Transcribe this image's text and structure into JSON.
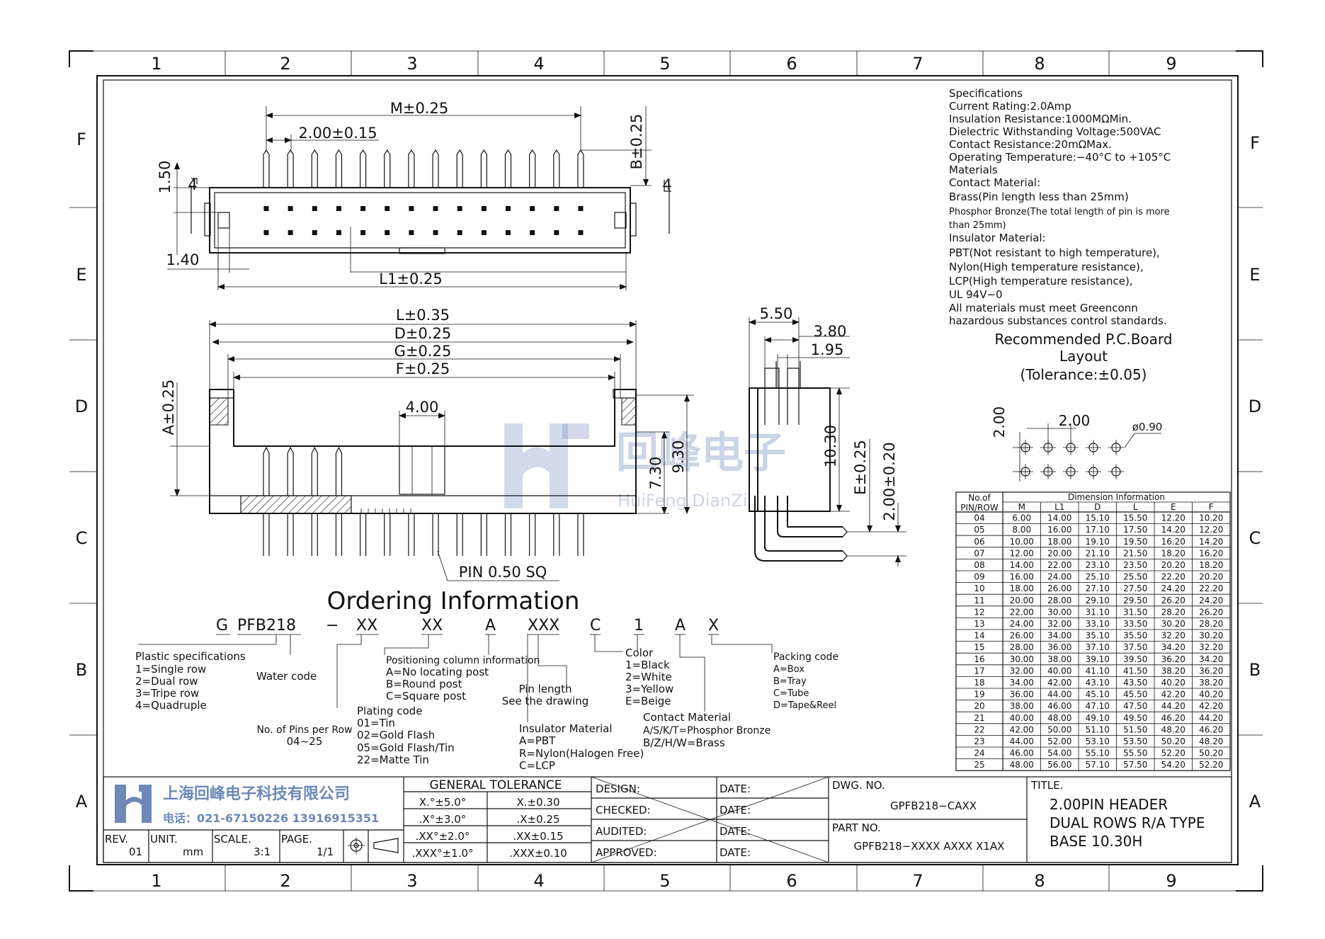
{
  "frame": {
    "cols": [
      "1",
      "2",
      "3",
      "4",
      "5",
      "6",
      "7",
      "8",
      "9"
    ],
    "rows": [
      "F",
      "E",
      "D",
      "C",
      "B",
      "A"
    ]
  },
  "dims": {
    "m": "M±0.25",
    "pitch": "2.00±0.15",
    "b": "B±0.25",
    "d150": "1.50",
    "d140": "1.40",
    "l1": "L1±0.25",
    "l": "L±0.35",
    "d": "D±0.25",
    "g": "G±0.25",
    "f": "F±0.25",
    "d400": "4.00",
    "a": "A±0.25",
    "d730": "7.30",
    "d930": "9.30",
    "pin": "PIN  0.50  SQ",
    "d550": "5.50",
    "d380": "3.80",
    "d195": "1.95",
    "d1030": "10.30",
    "e": "E±0.25",
    "d200": "2.00±0.20",
    "section": "4"
  },
  "watermark": {
    "cn": "回峰电子",
    "en": "HuiFeng DianZi"
  },
  "specs": {
    "lines": [
      "Specifications",
      "Current  Rating:2.0Amp",
      "Insulation  Resistance:1000MΩMin.",
      "Dielectric  Withstanding  Voltage:500VAC",
      "Contact  Resistance:20mΩMax.",
      "Operating  Temperature:−40°C  to  +105°C",
      "Materials",
      "Contact  Material:",
      "Brass(Pin  length  less  than  25mm)",
      "Phosphor Bronze(The total length of pin is more",
      "than  25mm)",
      "Insulator  Material:",
      "PBT(Not  resistant  to  high  temperature),",
      "Nylon(High  temperature  resistance),",
      "LCP(High  temperature  resistance),",
      "UL  94V−0",
      "All  materials  must  meet  Greenconn",
      "hazardous  substances  control  standards."
    ],
    "pcb_title": [
      "Recommended  P.C.Board",
      "Layout",
      "(Tolerance:±0.05)"
    ],
    "pcb_dims": {
      "row": "2.00",
      "pitch": "2.00",
      "hole": "ø0.90"
    }
  },
  "dim_table": {
    "title": "Dimension  Information",
    "header1": "No.of",
    "header2": "PIN/ROW",
    "columns": [
      "M",
      "L1",
      "D",
      "L",
      "E",
      "F"
    ],
    "rows": [
      [
        "04",
        "6.00",
        "14.00",
        "15.10",
        "15.50",
        "12.20",
        "10.20"
      ],
      [
        "05",
        "8.00",
        "16.00",
        "17.10",
        "17.50",
        "14.20",
        "12.20"
      ],
      [
        "06",
        "10.00",
        "18.00",
        "19.10",
        "19.50",
        "16.20",
        "14.20"
      ],
      [
        "07",
        "12.00",
        "20.00",
        "21.10",
        "21.50",
        "18.20",
        "16.20"
      ],
      [
        "08",
        "14.00",
        "22.00",
        "23.10",
        "23.50",
        "20.20",
        "18.20"
      ],
      [
        "09",
        "16.00",
        "24.00",
        "25.10",
        "25.50",
        "22.20",
        "20.20"
      ],
      [
        "10",
        "18.00",
        "26.00",
        "27.10",
        "27.50",
        "24.20",
        "22.20"
      ],
      [
        "11",
        "20.00",
        "28.00",
        "29.10",
        "29.50",
        "26.20",
        "24.20"
      ],
      [
        "12",
        "22.00",
        "30.00",
        "31.10",
        "31.50",
        "28.20",
        "26.20"
      ],
      [
        "13",
        "24.00",
        "32.00",
        "33.10",
        "33.50",
        "30.20",
        "28.20"
      ],
      [
        "14",
        "26.00",
        "34.00",
        "35.10",
        "35.50",
        "32.20",
        "30.20"
      ],
      [
        "15",
        "28.00",
        "36.00",
        "37.10",
        "37.50",
        "34.20",
        "32.20"
      ],
      [
        "16",
        "30.00",
        "38.00",
        "39.10",
        "39.50",
        "36.20",
        "34.20"
      ],
      [
        "17",
        "32.00",
        "40.00",
        "41.10",
        "41.50",
        "38.20",
        "36.20"
      ],
      [
        "18",
        "34.00",
        "42.00",
        "43.10",
        "43.50",
        "40.20",
        "38.20"
      ],
      [
        "19",
        "36.00",
        "44.00",
        "45.10",
        "45.50",
        "42.20",
        "40.20"
      ],
      [
        "20",
        "38.00",
        "46.00",
        "47.10",
        "47.50",
        "44.20",
        "42.20"
      ],
      [
        "21",
        "40.00",
        "48.00",
        "49.10",
        "49.50",
        "46.20",
        "44.20"
      ],
      [
        "22",
        "42.00",
        "50.00",
        "51.10",
        "51.50",
        "48.20",
        "46.20"
      ],
      [
        "23",
        "44.00",
        "52.00",
        "53.10",
        "53.50",
        "50.20",
        "48.20"
      ],
      [
        "24",
        "46.00",
        "54.00",
        "55.10",
        "55.50",
        "52.20",
        "50.20"
      ],
      [
        "25",
        "48.00",
        "56.00",
        "57.10",
        "57.50",
        "54.20",
        "52.20"
      ]
    ]
  },
  "ordering": {
    "title": "Ordering  Information",
    "code": [
      "G",
      "PFB218",
      "−",
      "XX",
      "XX",
      "A",
      "XXX",
      "C",
      "1",
      "A",
      "X"
    ],
    "plastic": [
      "Plastic  specifications",
      "1=Single  row",
      "2=Dual  row",
      "3=Tripe  row",
      "4=Quadruple"
    ],
    "water": "Water  code",
    "pins": [
      "No.  of  Pins  per  Row",
      "04~25"
    ],
    "plating": [
      "Plating  code",
      "01=Tin",
      "02=Gold  Flash",
      "05=Gold  Flash/Tin",
      "22=Matte  Tin"
    ],
    "positioning": [
      "Positioning  column  information",
      "A=No  locating  post",
      "B=Round  post",
      "C=Square  post"
    ],
    "pinlen": [
      "Pin  length",
      "See  the  drawing"
    ],
    "insulator": [
      "Insulator  Material",
      "A=PBT",
      "R=Nylon(Halogen  Free)",
      "C=LCP"
    ],
    "color": [
      "Color",
      "1=Black",
      "2=White",
      "3=Yellow",
      "E=Beige"
    ],
    "contact": [
      "Contact  Material",
      "A/S/K/T=Phosphor  Bronze",
      "B/Z/H/W=Brass"
    ],
    "packing": [
      "Packing  code",
      "A=Box",
      "B=Tray",
      "C=Tube",
      "D=Tape&Reel"
    ]
  },
  "title_block": {
    "company": "上海回峰电子科技有限公司",
    "phone": "电话：021-67150226   13916915351",
    "rev_label": "REV.",
    "rev": "01",
    "unit_label": "UNIT.",
    "unit": "mm",
    "scale_label": "SCALE.",
    "scale": "3:1",
    "page_label": "PAGE.",
    "page": "1/1",
    "tol_title": "GENERAL  TOLERANCE",
    "tol": [
      [
        "X.°±5.0°",
        "X.±0.30"
      ],
      [
        ".X°±3.0°",
        ".X±0.25"
      ],
      [
        ".XX°±2.0°",
        ".XX±0.15"
      ],
      [
        ".XXX°±1.0°",
        ".XXX±0.10"
      ]
    ],
    "sign": [
      "DESIGN:",
      "CHECKED:",
      "AUDITED:",
      "APPROVED:"
    ],
    "date": "DATE:",
    "dwg_label": "DWG.  NO.",
    "dwg": "GPFB218−CAXX",
    "part_label": "PART  NO.",
    "part": "GPFB218−XXXX  AXXX  X1AX",
    "title_label": "TITLE.",
    "title": [
      "2.00PIN  HEADER",
      "DUAL  ROWS  R/A  TYPE",
      "BASE  10.30H"
    ]
  }
}
